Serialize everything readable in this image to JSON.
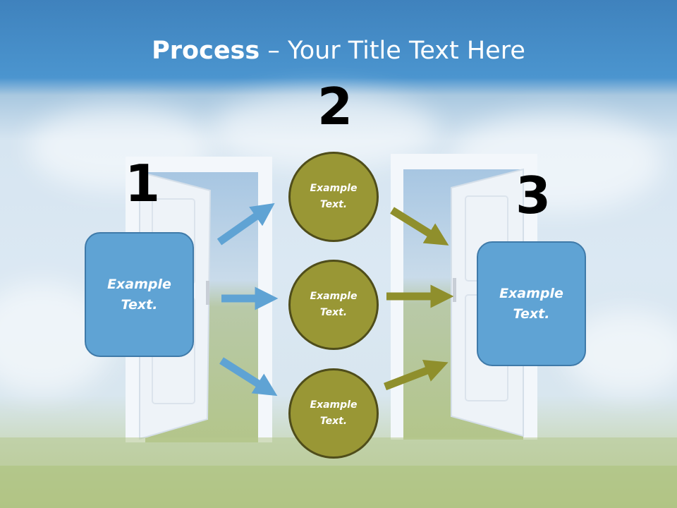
{
  "title": {
    "bold": "Process",
    "rest": " – Your Title Text Here"
  },
  "numbers": {
    "n1": "1",
    "n2": "2",
    "n3": "3"
  },
  "left_box": {
    "line1": "Example",
    "line2": "Text."
  },
  "right_box": {
    "line1": "Example",
    "line2": "Text."
  },
  "circles": [
    {
      "line1": "Example",
      "line2": "Text."
    },
    {
      "line1": "Example",
      "line2": "Text."
    },
    {
      "line1": "Example",
      "line2": "Text."
    }
  ],
  "colors": {
    "box": "#5fa3d4",
    "circle": "#999735",
    "arrow_blue": "#5fa3d4",
    "arrow_olive": "#8f8f2c"
  }
}
